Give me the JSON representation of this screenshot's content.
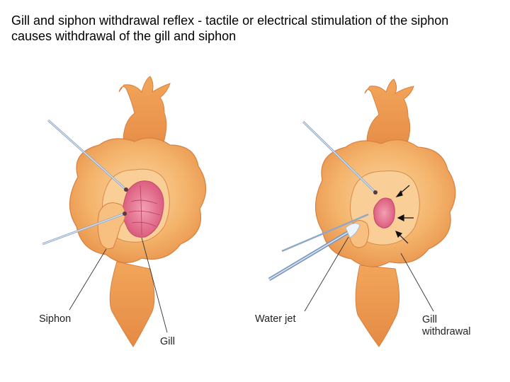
{
  "title": {
    "line1": "Gill and siphon withdrawal reflex - tactile or electrical stimulation of the siphon",
    "line2": "causes withdrawal of the gill and siphon"
  },
  "labels": {
    "siphon": "Siphon",
    "gill": "Gill",
    "water_jet": "Water jet",
    "gill_withdrawal_1": "Gill",
    "gill_withdrawal_2": "withdrawal"
  },
  "colors": {
    "body": "#f2a65a",
    "body_light": "#f9c98e",
    "mantle_inner": "#f7c48a",
    "gill": "#e8708f",
    "electrode": "#8fa8c8",
    "leader_line": "#333333"
  }
}
